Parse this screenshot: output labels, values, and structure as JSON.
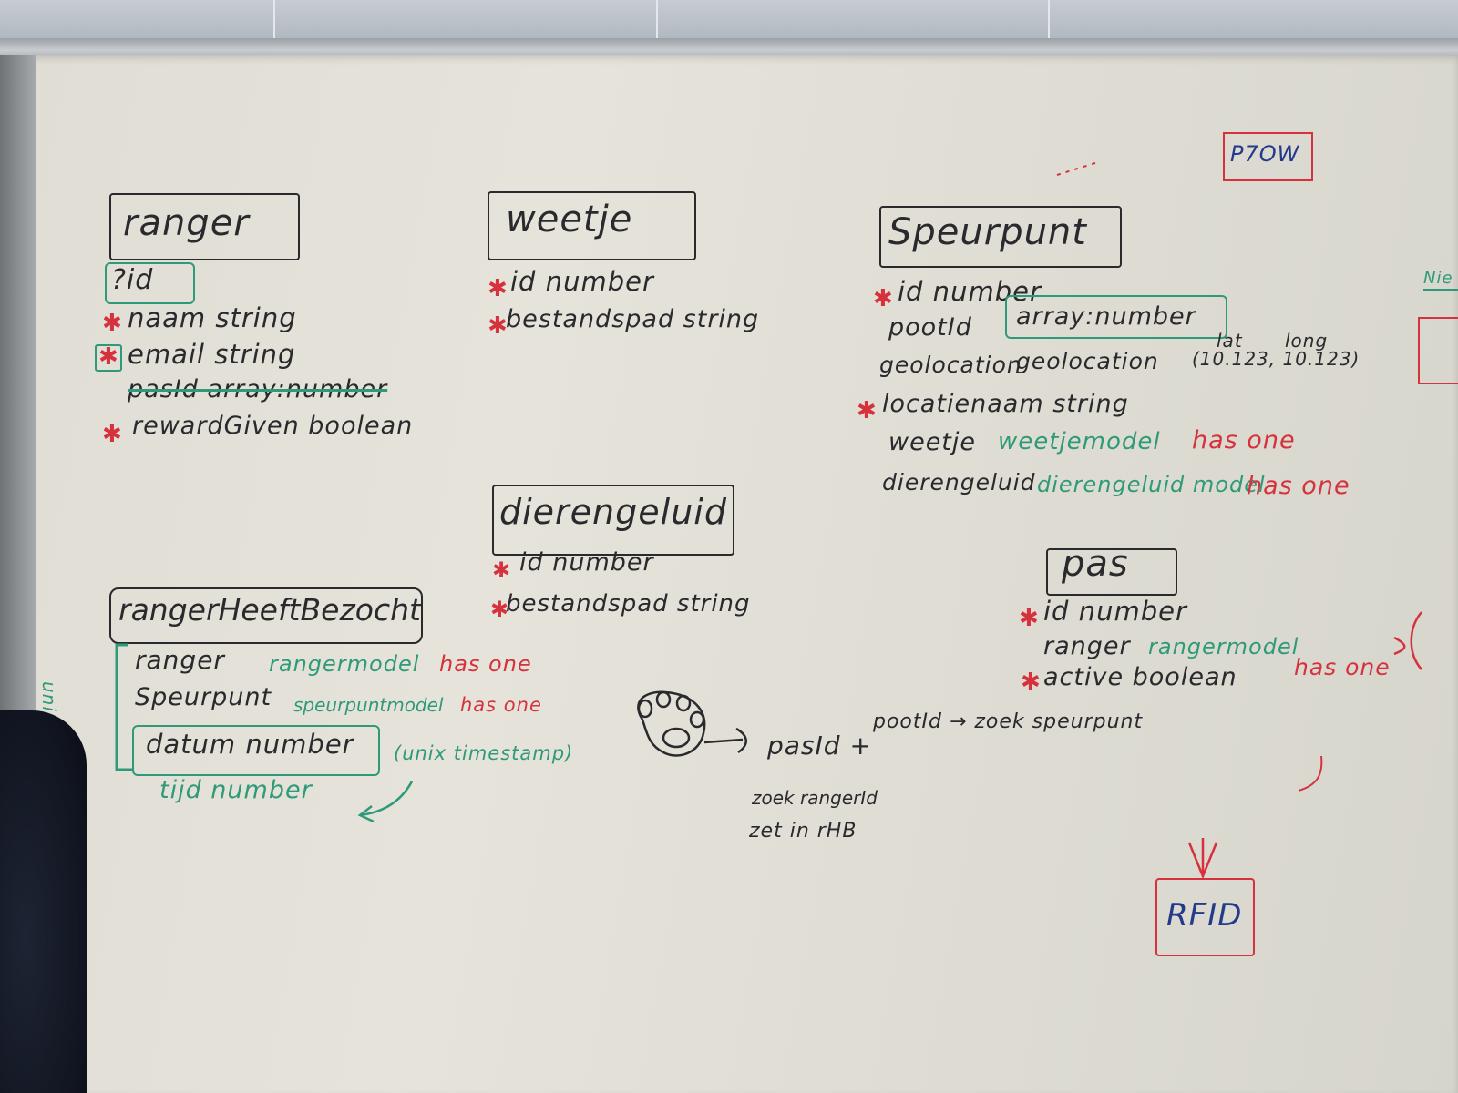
{
  "whiteboard": {
    "corner_label": "P7OW",
    "ranger": {
      "title": "ranger",
      "f1": "?id",
      "f2": "naam  string",
      "f3": "email  string",
      "f4": "pasId  array:number",
      "f5": "rewardGiven  boolean"
    },
    "weetje": {
      "title": "weetje",
      "f1": "id  number",
      "f2": "bestandspad  string"
    },
    "speurpunt": {
      "title": "Speurpunt",
      "f1": "id  number",
      "f2a": "pootId",
      "f2b": "array:number",
      "f3a": "geolocation",
      "f3b": "geolocation",
      "lat": "lat",
      "lng": "long",
      "coords": "(10.123, 10.123)",
      "f4": "locatienaam  string",
      "f5a": "weetje",
      "f5b": "weetjemodel",
      "f5c": "has one",
      "f6a": "dierengeluid",
      "f6b": "dierengeluid model",
      "f6c": "has one"
    },
    "dierengeluid": {
      "title": "dierengeluid",
      "f1": "id  number",
      "f2": "bestandspad  string"
    },
    "pas": {
      "title": "pas",
      "f1": "id  number",
      "f2a": "ranger",
      "f2b": "rangermodel",
      "f2c": "has one",
      "f3": "active  boolean"
    },
    "rangerHeeftBezocht": {
      "title": "rangerHeeftBezocht",
      "unique": "unique",
      "f1a": "ranger",
      "f1b": "rangermodel",
      "f1c": "has one",
      "f2a": "Speurpunt",
      "f2b": "speurpuntmodel",
      "f2c": "has one",
      "f3": "datum  number",
      "f3note": "(unix timestamp)",
      "f4": "tijd  number"
    },
    "flow": {
      "pasid": "pasId +",
      "pootid": "pootId → zoek speurpunt",
      "zoek": "zoek rangerId",
      "zet": "zet in rHB"
    },
    "rfid": "RFID",
    "edge": "Nie"
  }
}
